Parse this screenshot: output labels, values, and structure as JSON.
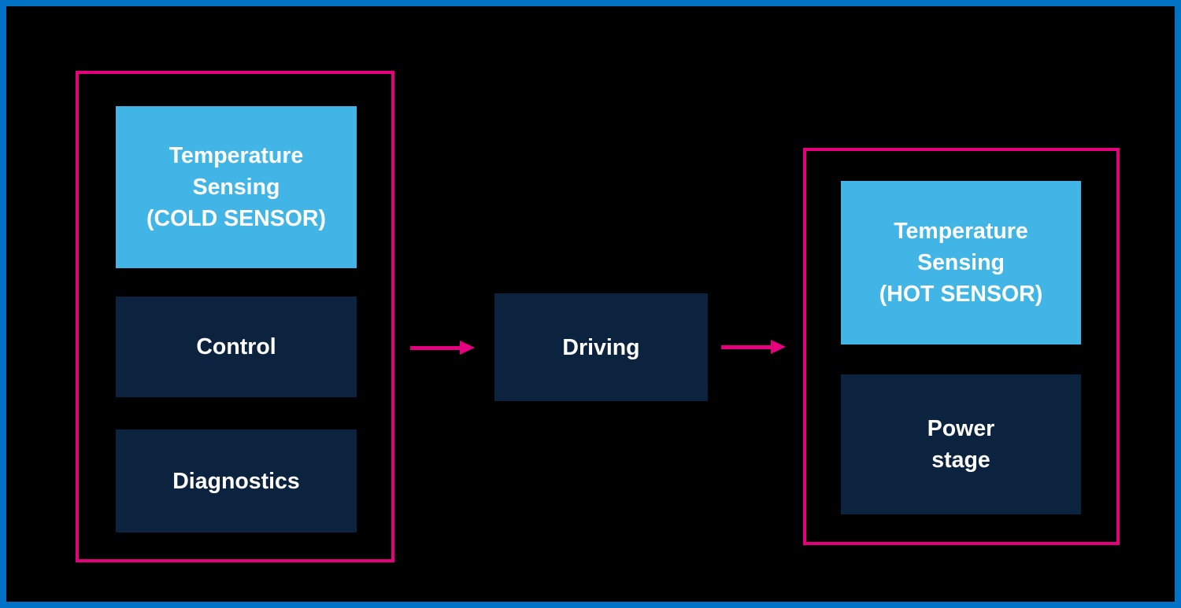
{
  "colors": {
    "background": "#000000",
    "outer_border": "#0072C6",
    "group_border": "#E6007E",
    "light_blue_box": "#41B6E6",
    "navy_box": "#0C2340",
    "arrow": "#E6007E",
    "text": "#FFFFFF"
  },
  "diagram": {
    "left_group": {
      "boxes": [
        {
          "label": "Temperature\nSensing\n(COLD SENSOR)"
        },
        {
          "label": "Control"
        },
        {
          "label": "Diagnostics"
        }
      ]
    },
    "center": {
      "driving_label": "Driving"
    },
    "right_group": {
      "boxes": [
        {
          "label": "Temperature\nSensing\n(HOT SENSOR)"
        },
        {
          "label": "Power\nstage"
        }
      ]
    }
  }
}
